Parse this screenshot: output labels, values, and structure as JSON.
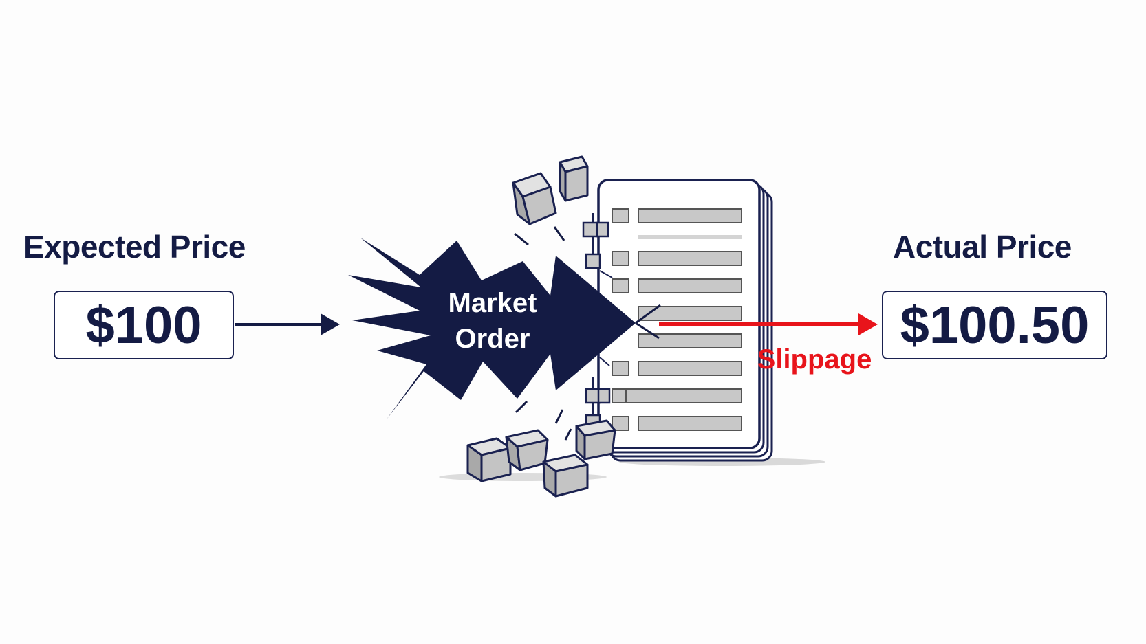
{
  "expected": {
    "label": "Expected Price",
    "value": "$100"
  },
  "order": {
    "line1": "Market",
    "line2": "Order"
  },
  "slippage": {
    "label": "Slippage"
  },
  "actual": {
    "label": "Actual Price",
    "value": "$100.50"
  },
  "colors": {
    "navy": "#141b44",
    "slippage_red": "#e8141b",
    "order_book_gray": "#bdbdbd"
  },
  "icons": [
    "order-book-icon",
    "cube-icon",
    "burst-arrow-icon"
  ]
}
